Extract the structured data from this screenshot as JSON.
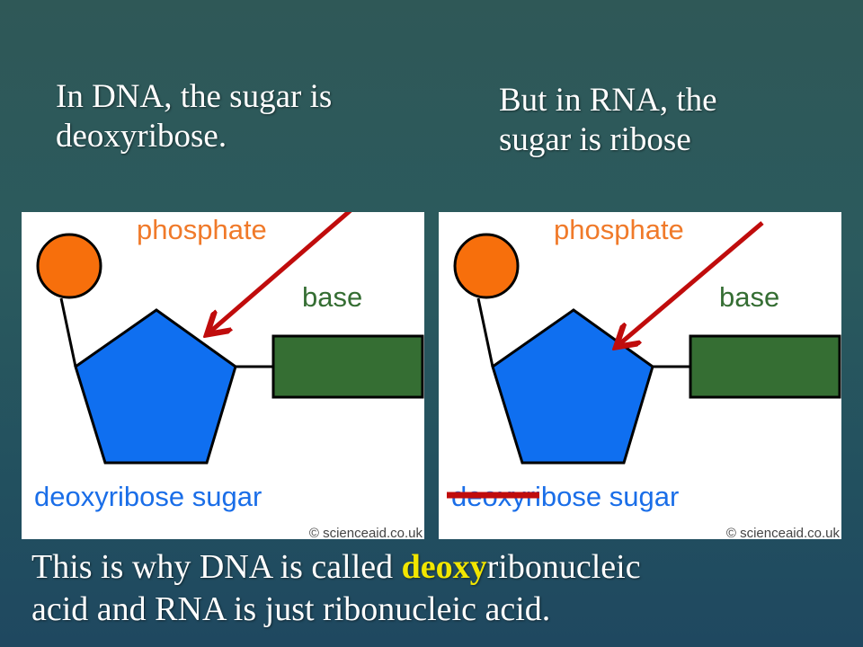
{
  "slide": {
    "left_caption": {
      "line1": "In DNA, the sugar is",
      "line2": "deoxyribose."
    },
    "right_caption": {
      "line1": "But in RNA, the",
      "line2": "sugar is ribose"
    },
    "bottom": {
      "pre": "This is why DNA is called ",
      "highlight": "deoxy",
      "post": "ribonucleic",
      "line2": "acid and RNA is just ribonucleic acid."
    }
  },
  "diagrams": [
    {
      "phosphate": "phosphate",
      "base": "base",
      "sugar": "deoxyribose sugar",
      "credit": "© scienceaid.co.uk"
    },
    {
      "phosphate": "phosphate",
      "base": "base",
      "sugar": "deoxyribose sugar",
      "credit": "© scienceaid.co.uk"
    }
  ],
  "colors": {
    "phosphate": "#f76f0c",
    "sugar": "#0f6ff0",
    "base": "#356e33",
    "arrow": "#c00c0c",
    "highlight": "#f2e600"
  }
}
